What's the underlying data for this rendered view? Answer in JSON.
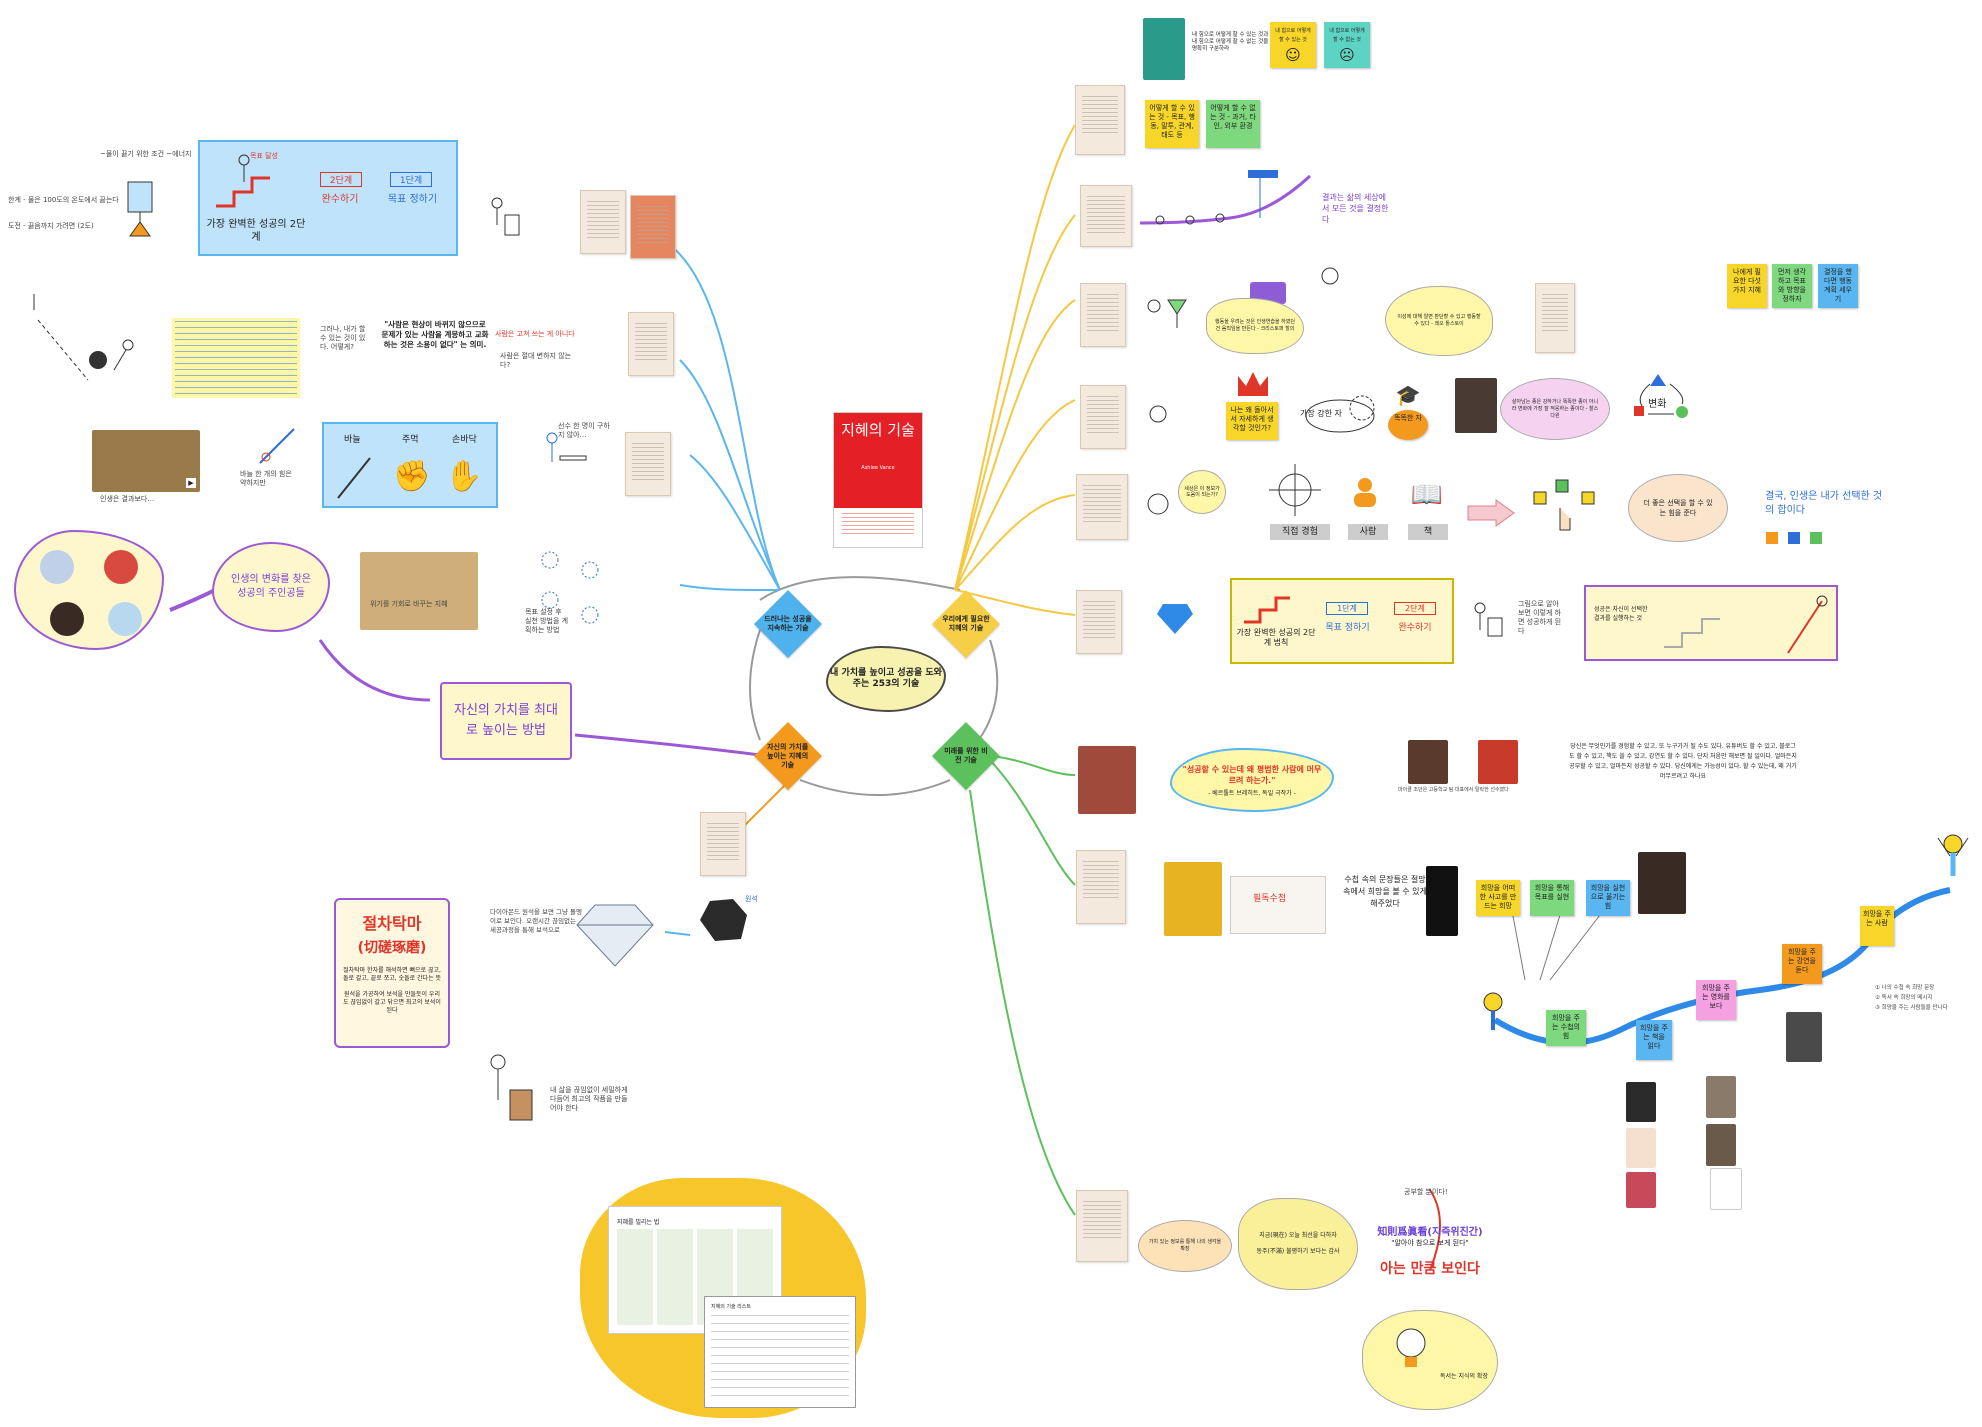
{
  "center": {
    "title": "내 가치를 높이고 성공을 도와주는 253의 기술"
  },
  "book": {
    "title": "지혜의 기술",
    "subtitle_line": "Ashlee Vance"
  },
  "branches": {
    "left_top": "드러나는 성공을 지속하는 기술",
    "right_top": "우리에게 필요한 지혜의 기술",
    "left_bottom": "자신의 가치를 높이는 지혜의 기술",
    "right_bottom": "미래를 위한 비전 기술"
  },
  "colors": {
    "blue_branch": "#5ab6f0",
    "yellow_branch": "#f5c842",
    "orange_branch": "#f39a1e",
    "green_branch": "#5cc15c",
    "purple": "#9b59d6",
    "red_accent": "#e0362a"
  },
  "left_panel": {
    "stairs_box": {
      "title": "가장 완벽한 성공의 2단계",
      "step2": "2단계",
      "step2_sub": "완수하기",
      "step1": "1단계",
      "step1_sub": "목표 정하기",
      "top_label": "목표 달성"
    },
    "water_note_1": "한계 - 물은 100도의 온도에서 끓는다",
    "water_note_2": "도전 - 끓음까지 가려면 (2도)",
    "water_top": "~물이 끓기 위한 조건 ~에너지",
    "quote_main": "\"사람은 현상이 바뀌지 않으므로 문제가 있는 사람을 계몽하고 교화하는 것은 소용이 없다\" 는 의미.",
    "quote_side_1": "그러나, 내가 할 수 있는 것이 있다. 어떻게?",
    "quote_side_2": "사람은 고쳐 쓰는 게 아니다",
    "quote_side_3": "사람은 절대 변하지 않는다?",
    "tools_box": {
      "item1": "바늘",
      "item2": "주먹",
      "item3": "손바닥"
    },
    "tools_side": "선수 한 명이 구하지 않아…",
    "needle_note": "바늘 한 개의 힘은 약하지만",
    "video_caption": "인생은 결과보다…",
    "running_caption": "위기를 기회로 바꾸는 지혜",
    "circles_note": "목표 설정 후 실천 방법을 계획하는 방법",
    "people_cloud": "인생의 변화를 찾은 성공의 주인공들",
    "value_cloud": "자신의 가치를 최대로 높이는 방법",
    "chajeol": {
      "title": "절차탁마",
      "hanja": "(切磋琢磨)",
      "desc1": "절차탁마 한자를 해석하면 뼈으로 끊고, 돌로 갈고, 끝로 쪼고, 숫돌로 간다는 뜻",
      "desc2": "원석을 가공하여 보석을 만들듯이 우리도 끊임없이 갈고 닦으면 최고의 보석이 된다"
    },
    "diamond_text": "다이아몬드 원석을 보면 그냥 돌멩이로 보인다. 오랜시간 끊임없는 세공과정을 통해 보석으로",
    "ore_label": "원석",
    "sculptor_note": "내 삶을 끊임없이 세밀하게 다듬어 최고의 작품을 만들어야 한다"
  },
  "right_panel": {
    "good_bad": {
      "good_note": "내 힘으로 어떻게 할 수 있는 것과 내 힘으로 어떻게 할 수 없는 것을 명확히 구분하라",
      "good": "내 힘으로 어떻게 할 수 있는 것",
      "bad": "내 힘으로 어떻게 할 수 없는 것"
    },
    "sticky_pair": {
      "left": "어떻게 할 수 있는 것 - 목표, 행동, 말투, 관계, 태도 등",
      "right": "어떻게 할 수 없는 것 - 과거, 타인, 외부 환경"
    },
    "timeline_note": "결과는 삶의 세상에서 모든 것을 결정한다",
    "quote_card": "행동을 우려는 것은 인생연습을 하였던 건 움직임을 만든다 - 크리스토퍼 힐의",
    "quote_cloud": "이성에 대해 알면 판단할 수 있고 행동할 수 있다 - 레오 톨스토이",
    "three_sticky": [
      "나에게 필요한 다섯가지 지혜",
      "먼저 생각하고 목표와 방향을 정하자",
      "결정을 했다면 행동 계획 세우기"
    ],
    "crown_label": "나는 왜 돌아서서 자세하게 생각할 것인가?",
    "lion_label": "가장 강한 자",
    "scholar_label": "똑똑한 자",
    "darwin_quote": "살아남는 종은 강하거나 똑똑한 종이 아니라 변화에 가장 잘 적응하는 종이다 - 찰스 다윈",
    "change_label": "변화",
    "experience_labels": [
      "직접 경험",
      "사람",
      "책"
    ],
    "cloud_q": "세상은 이 정보가 도움이 되는가?",
    "power_cloud": "더 좋은 선택을 할 수 있는 힘을 준다",
    "final_line": "결국, 인생은 내가 선택한 것의 합이다",
    "stairs2": {
      "title": "가장 완벽한 성공의 2단계 법칙",
      "step1": "1단계",
      "step1_sub": "목표 정하기",
      "step2": "2단계",
      "step2_sub": "완수하기"
    },
    "stairs2_side": "그림으로 알아보면 이렇게 하면 성공하게 된다",
    "yellow_box_note": "성공은 자신이 선택한 결과를 실행하는 것",
    "success_cloud": "\"성공할 수 있는데 왜 평범한 사람에 머무르려 하는가.\"",
    "success_cloud_author": "- 베르톨트 브레히트, 독일 극작가 -",
    "athlete_caption": "마이클 조던은 고등학교 팀 대표에서 탈락한 선수였다",
    "long_text": "당신은 무엇인가를 경험할 수 있고, 또 누구가가 될 수도 있다. 유튜버도 할 수 있고, 블로그도 할 수 있고, 책도 쓸 수 있고, 강연도 할 수 있다. 단지 처음만 해보면 될 일이다. 얼마든지 공부할 수 있고, 얼마든지 성공할 수 있다. 당신에게는 가능성이 있다. 할 수 있는데, 왜 거기 머무르려고 하나요",
    "hope_text": "수첩 속의 문장들은 절망 속에서 희망을 볼 수 있게 해주었다",
    "note_card_title": "필독수첩",
    "stickies_row": [
      "희망을 어떠한 사고를 만드는 희망",
      "희망을 통해 목표를 실현",
      "희망을 실천으로 옮기는 힘"
    ],
    "climb_steps": [
      "희망을 주는 수첩의 힘",
      "희망을 주는 책을 읽다",
      "희망을 주는 영화를 보다",
      "희망을 주는 강연을 듣다",
      "희망을 주는 사람"
    ],
    "climb_list": [
      "① 나의 수첩 속 희망 문장",
      "② 독서 속 희망의 메시지",
      "③ 희망을 주는 사람들을 만나다"
    ],
    "zhi_title": "知則爲眞看(지즉위진간)",
    "zhi_sub": "\"알아야 참으로 보게 된다\"",
    "zhi_top": "공부할 뿐이다!",
    "zhi_red": "아는 만큼 보인다",
    "bulb_caption": "독서는 지식의 확장",
    "cloud_left": "가치 있는 정보를 통해 나의 생각을 확장",
    "ycloud_1": "지금(現在) 오늘 최선을 다하자",
    "ycloud_2": "동주(不滿) 불평하기 보다는 감사"
  },
  "screens": {
    "title": "지혜를 빌리는 법",
    "table_title": "지혜의 기술 리스트"
  }
}
